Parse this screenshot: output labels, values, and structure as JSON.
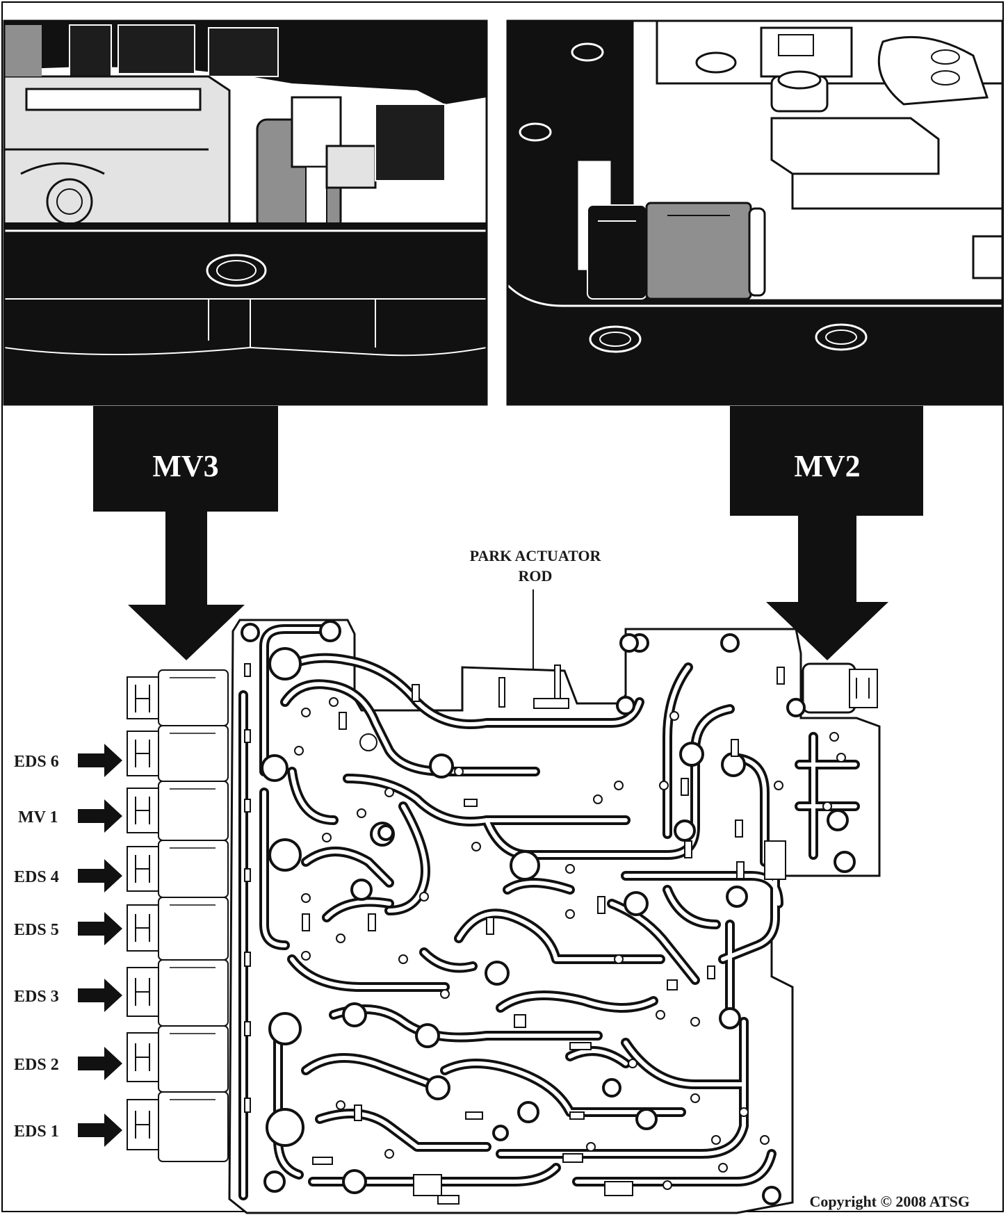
{
  "labels": {
    "mv3": "MV3",
    "mv2": "MV2",
    "park_line1": "PARK ACTUATOR",
    "park_line2": "ROD",
    "copyright": "Copyright © 2008 ATSG"
  },
  "side_labels": [
    "EDS 6",
    "MV 1",
    "EDS 4",
    "EDS 5",
    "EDS 3",
    "EDS 2",
    "EDS 1"
  ],
  "colors": {
    "ink": "#111111",
    "grey_dark": "#8f8f8f",
    "grey_light": "#e2e2e2",
    "paper": "#ffffff"
  }
}
